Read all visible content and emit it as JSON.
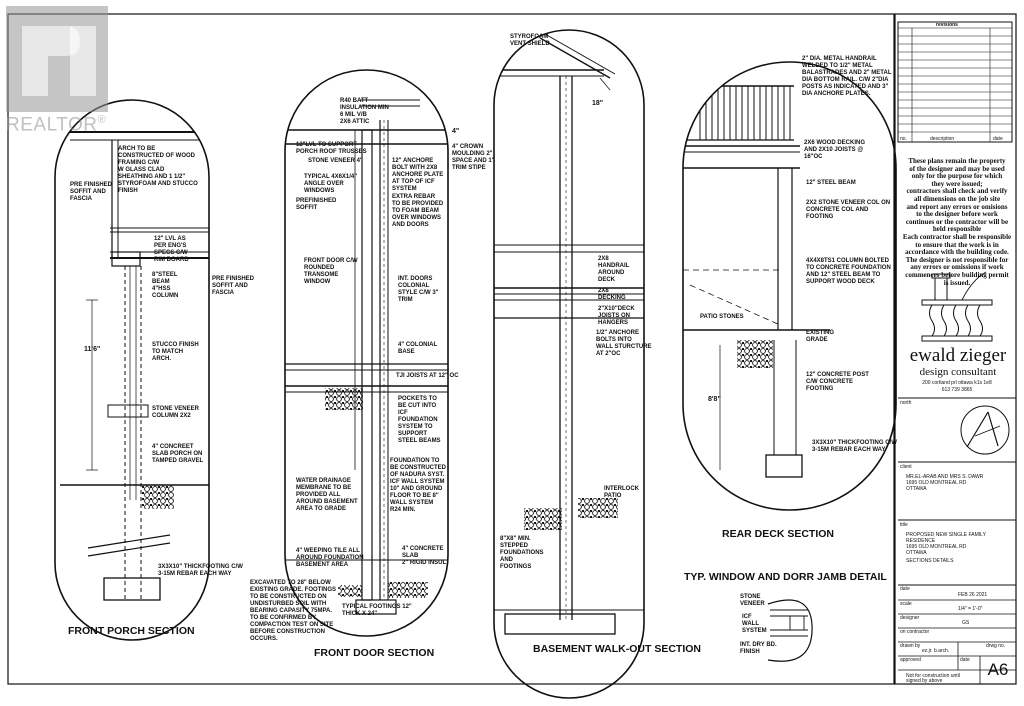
{
  "watermark": {
    "brand": "REALTOR",
    "mark": "®"
  },
  "sections": {
    "front_porch": {
      "title": "FRONT PORCH SECTION",
      "notes": [
        "ARCH TO BE",
        "CONSTRUCTED OF WOOD",
        "FRAMING C/W",
        "W GLASS CLAD",
        "SHEATHING AND 1 1/2\"",
        "STYROFOAM AND STUCCO",
        "FINISH",
        "PRE FINISHED",
        "SOFFIT AND",
        "FASCIA",
        "12\" LVL AS",
        "PER ENG'S",
        "SPECS C/W",
        "RIM BOARD",
        "8\"STEEL",
        "BEAM",
        "4\"HSS",
        "COLUMN",
        "PRE FINISHED",
        "SOFFIT AND",
        "FASCIA",
        "STUCCO FINISH",
        "TO MATCH",
        "ARCH.",
        "STONE VENEER",
        "COLUMN 2X2",
        "4\" CONCREET",
        "SLAB PORCH ON",
        "TAMPED GRAVEL",
        "3X3X10\" THICKFOOTING C/W",
        "3-15M REBAR EACH WAY"
      ]
    },
    "front_door": {
      "title": "FRONT DOOR SECTION",
      "notes": [
        "R40 BATT",
        "INSULATION MIN",
        "6 MIL V/B",
        "2X6 ATTIC",
        "12\"LVL TO SUPPORT",
        "PORCH ROOF TRUSSES",
        "STONE VENEER 4\"",
        "TYPICAL 4X6X1/4\"",
        "ANGLE OVER",
        "WINDOWS",
        "PREFINISHED",
        "SOFFIT",
        "4\" CROWN",
        "MOULDING 2\"",
        "SPACE AND 1\"",
        "TRIM STIPE",
        "12\" ANCHORE",
        "BOLT WITH 2X8",
        "ANCHORE PLATE",
        "AT TOP OF ICF",
        "SYSTEM",
        "EXTRA REBAR",
        "TO BE PROVIDED",
        "TO FOAM BEAM",
        "OVER WINDOWS",
        "AND DOORS",
        "FRONT DOOR C/W",
        "ROUNDED",
        "TRANSOME",
        "WINDOW",
        "INT. DOORS",
        "COLONIAL",
        "STYLE C/W 3\"",
        "TRIM",
        "4\" COLONIAL",
        "BASE",
        "TJI JOISTS AT 12\" OC",
        "POCKETS TO",
        "BE CUT INTO",
        "ICF",
        "FOUNDATION",
        "SYSTEM TO",
        "SUPPORT",
        "STEEL BEAMS",
        "WATER DRAINAGE",
        "MEMBRANE TO BE",
        "PROVIDED ALL",
        "AROUND BASEMENT",
        "AREA TO GRADE",
        "FOUNDATION TO",
        "BE CONSTRUCTED",
        "OF NADURA SYST.",
        "ICF WALL SYSTEM",
        "10\" AND GROUND",
        "FLOOR TO BE 8\"",
        "WALL SYSTEM",
        "R24 MIN.",
        "4\" WEEPING TILE ALL",
        "AROUND FOUNDATION",
        "BASEMENT AREA",
        "4\" CONCRETE",
        "SLAB",
        "2\" RIGID INSUL.",
        "TYPICAL FOOTINGS 12\"",
        "THICK X 24\"",
        "EXCAVATED TO 28\" BELOW",
        "EXISTING GRADE. FOOTINGS",
        "TO BE CONSTRUCTED ON",
        "UNDISTURBED SOIL WITH",
        "BEARING CAPASITY 75MPA.",
        "TO BE CONFIRMED BY",
        "COMPACTION TEST ON SITE",
        "BEFORE CONSTRUCTION",
        "OCCURS."
      ]
    },
    "basement_walkout": {
      "title": "BASEMENT WALK-OUT SECTION",
      "notes": [
        "STYROFOAM",
        "VENT SHIELD",
        "2X8",
        "HANDRAIL",
        "AROUND",
        "DECK",
        "2X8",
        "DECKING",
        "2\"X10\"DECK",
        "JOISTS ON",
        "HANGERS",
        "1/2\" ANCHORE",
        "BOLTS INTO",
        "WALL STURCTURE",
        "AT 2\"OC",
        "INTERLOCK",
        "PATIO",
        "8\"X8\" MIN.",
        "STEPPED",
        "FOUNDATIONS",
        "AND",
        "FOOTINGS"
      ]
    },
    "rear_deck": {
      "title": "REAR DECK SECTION",
      "notes": [
        "2\" DIA. METAL HANDRAIL",
        "WELDED TO 1/2\" METAL",
        "BALASTRADES AND 2\" METAL",
        "DIA BOTTOM RAIL. C/W 2\"DIA",
        "POSTS AS INDICATED AND 3\"",
        "DIA ANCHORE PLATES.",
        "2X6 WOOD DECKING",
        "AND 2X10 JOISTS @",
        "16\"OC",
        "12\" STEEL BEAM",
        "2X2 STONE VENEER COL ON",
        "CONCRETE COL AND",
        "FOOTING",
        "4X4X8TS1 COLUMN BOLTED",
        "TO CONCRETE FOUNDATION",
        "AND 12\" STEEL BEAM TO",
        "SUPPORT WOOD DECK",
        "PATIO STONES",
        "EXISTING",
        "GRADE",
        "12\" CONCRETE POST",
        "C/W CONCRETE",
        "FOOTING",
        "3X3X10\" THICKFOOTING C/W",
        "3-15M REBAR EACH WAY"
      ]
    },
    "jamb_detail": {
      "title": "TYP. WINDOW AND DORR JAMB DETAIL",
      "notes": [
        "STONE",
        "VENEER",
        "ICF",
        "WALL",
        "SYSTEM",
        "INT. DRY BD.",
        "FINISH"
      ]
    }
  },
  "dims": {
    "porch_height": "11'6\"",
    "deck_height": "8'8\"",
    "overhang": "18\"",
    "crown": "4\""
  },
  "title_block": {
    "revisions_header": "revisions",
    "rev_cols": [
      "no.",
      "description",
      "date"
    ],
    "disclaimer": [
      "These plans remain the property",
      "of the designer and may be used",
      "only for the purpose for which",
      "they were issued;",
      "contractors shall check and verify",
      "all dimensions on the job site",
      "and report any errors or omisions",
      "to the designer before work",
      "continues or the contractor will be",
      "held responsible",
      "Each contractor shall be responsible",
      "to ensure that the work is in",
      "accordance with the building code.",
      "The designer is not responsible for",
      "any errors or omissions if work",
      "commences before building permit",
      "is issued."
    ],
    "company_name": "ewald zieger",
    "company_sub": "design consultant",
    "company_address": "200 cortland prl ottawa k1s 1e8",
    "company_phone": "613 739 3865",
    "north_label": "north",
    "client_label": "client",
    "client": [
      "MR.EL-ARAB AND MRS S. DAWR",
      "1695 OLD MONTREAL RD",
      "OTTAWA"
    ],
    "title_label": "title",
    "title_lines": [
      "PROPOSED NEW SINGLE FAMILY",
      "RESIDENCE",
      "1695 OLD MONTREAL RD",
      "OTTAWA",
      "SECTIONS DETAILS"
    ],
    "date_label": "date",
    "date": "FEB 26 2021",
    "scale_label": "scale",
    "scale": "1/4\" = 1'-0\"",
    "designer_label": "designer",
    "designer": "GS",
    "contractor_label": "on contractor",
    "drawn_label": "drawn by",
    "drawn_by": "ez.jr. b.arch.",
    "drawing_label": "drwg no.",
    "approved_label": "approved",
    "approved_date_label": "date",
    "sheet": "A6",
    "not_for_construction": [
      "Not for construction until",
      "signed by above"
    ]
  }
}
